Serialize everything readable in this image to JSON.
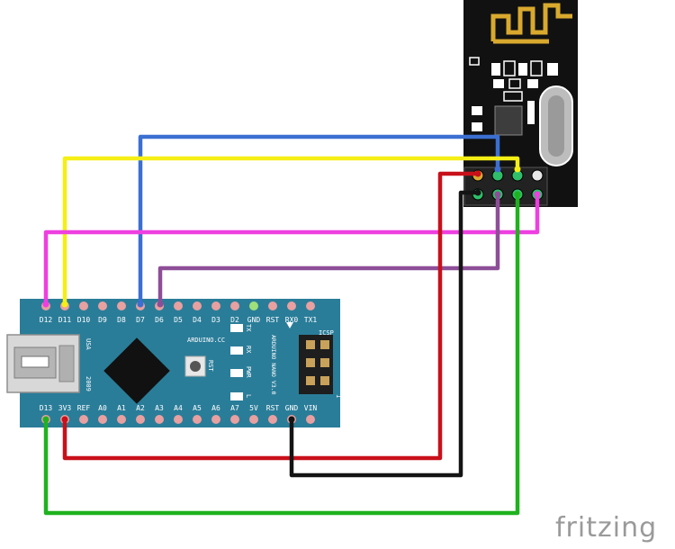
{
  "brand": "fritzing",
  "nano": {
    "name": "ARDUINO NANO V3.0",
    "silk_cc": "ARDUINO.CC",
    "silk_usa": "USA",
    "silk_year": "2009",
    "silk_icsp": "ICSP",
    "silk_rst": "RST",
    "silk_one": "1",
    "leds": [
      "TX",
      "RX",
      "PWR",
      "L"
    ],
    "top_pins": [
      "D12",
      "D11",
      "D10",
      "D9",
      "D8",
      "D7",
      "D6",
      "D5",
      "D4",
      "D3",
      "D2",
      "GND",
      "RST",
      "RX0",
      "TX1"
    ],
    "bottom_pins": [
      "D13",
      "3V3",
      "REF",
      "A0",
      "A1",
      "A2",
      "A3",
      "A4",
      "A5",
      "A6",
      "A7",
      "5V",
      "RST",
      "GND",
      "VIN"
    ]
  },
  "colors": {
    "board": "#2a7d99",
    "module": "#111111",
    "blue": "#3b6fd1",
    "yellow": "#f5ef15",
    "magenta": "#ee3fe0",
    "purple": "#8d4e98",
    "red": "#c8101a",
    "black": "#141414",
    "green": "#1fb21f"
  }
}
